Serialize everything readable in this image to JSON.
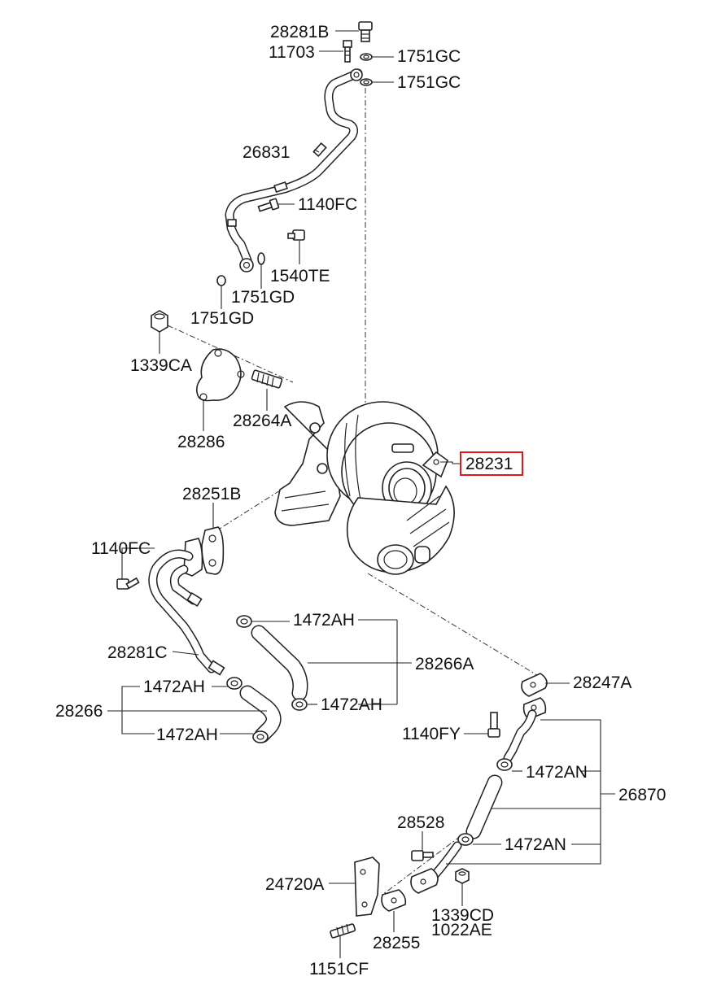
{
  "labels": {
    "p28281B": "28281B",
    "p11703": "11703",
    "p1751GC_a": "1751GC",
    "p1751GC_b": "1751GC",
    "p26831": "26831",
    "p1140FC_a": "1140FC",
    "p1540TE": "1540TE",
    "p1751GD_a": "1751GD",
    "p1751GD_b": "1751GD",
    "p1339CA": "1339CA",
    "p28264A": "28264A",
    "p28286": "28286",
    "p28231": "28231",
    "p28251B": "28251B",
    "p1140FC_b": "1140FC",
    "p1472AH_a": "1472AH",
    "p28281C": "28281C",
    "p28266A": "28266A",
    "p1472AH_b": "1472AH",
    "p1472AH_c": "1472AH",
    "p28266": "28266",
    "p1472AH_d": "1472AH",
    "p28247A": "28247A",
    "p1140FY": "1140FY",
    "p1472AN_a": "1472AN",
    "p26870": "26870",
    "p28528": "28528",
    "p1472AN_b": "1472AN",
    "p24720A": "24720A",
    "p1339CD": "1339CD",
    "p1022AE": "1022AE",
    "p28255": "28255",
    "p1151CF": "1151CF"
  },
  "highlight": {
    "part": "28231",
    "color": "#e0161b"
  }
}
